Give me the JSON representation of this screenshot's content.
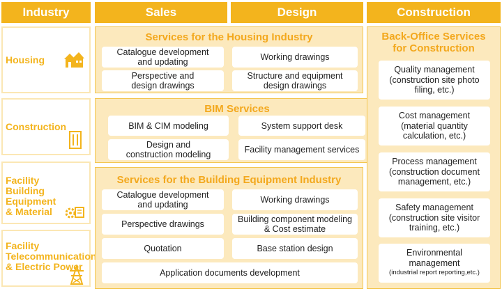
{
  "headers": {
    "industry": "Industry",
    "sales": "Sales",
    "design": "Design",
    "construction": "Construction"
  },
  "industries": {
    "housing": "Housing",
    "construction": "Construction",
    "facility_equipment": [
      "Facility",
      "Building Equipment",
      "& Material"
    ],
    "facility_telecom": [
      "Facility",
      "Telecommunications",
      "& Electric Power"
    ]
  },
  "housing_services": {
    "title": "Services for the Housing Industry",
    "items": [
      [
        "Catalogue development",
        "and updating"
      ],
      [
        "Working drawings"
      ],
      [
        "Perspective and",
        "design drawings"
      ],
      [
        "Structure and equipment",
        "design drawings"
      ]
    ]
  },
  "bim_services": {
    "title": "BIM Services",
    "items": [
      [
        "BIM & CIM modeling"
      ],
      [
        "System support desk"
      ],
      [
        "Design and",
        "construction modeling"
      ],
      [
        "Facility management services"
      ]
    ]
  },
  "equipment_services": {
    "title": "Services for the Building Equipment Industry",
    "items": [
      [
        "Catalogue development",
        "and updating"
      ],
      [
        "Working drawings"
      ],
      [
        "Perspective drawings"
      ],
      [
        "Building component modeling",
        "& Cost estimate"
      ],
      [
        "Quotation"
      ],
      [
        "Base station design"
      ],
      [
        "Application documents development"
      ]
    ]
  },
  "construction_services": {
    "title": [
      "Back-Office Services",
      "for Construction"
    ],
    "items": [
      [
        "Quality management",
        "(construction site photo",
        "filing, etc.)"
      ],
      [
        "Cost management",
        "(material quantity",
        "calculation, etc.)"
      ],
      [
        "Process management",
        "(construction document",
        "management, etc.)"
      ],
      [
        "Safety management",
        "(construction site visitor",
        "training, etc.)"
      ],
      [
        "Environmental",
        "management",
        "(industrial report reporting,etc.)"
      ]
    ]
  },
  "colors": {
    "accent": "#f3b41d",
    "panel_fill": "#fce9bd",
    "panel_border": "#f3c650",
    "box_fill": "#ffffff"
  }
}
